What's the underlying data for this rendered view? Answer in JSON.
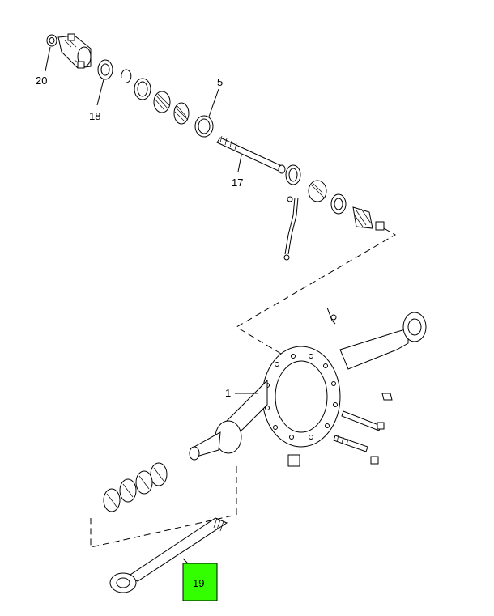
{
  "callouts": {
    "c20": "20",
    "c18": "18",
    "c5": "5",
    "c17": "17",
    "c1": "1",
    "c19": "19"
  },
  "highlight_color": "#33ff00"
}
